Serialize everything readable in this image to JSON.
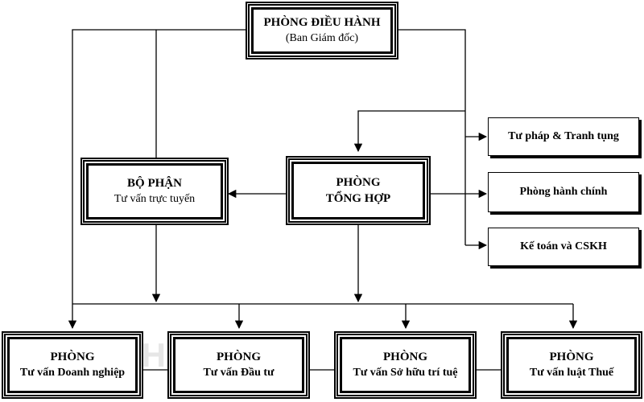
{
  "watermark": "VINHKHANG",
  "nodes": {
    "executive": {
      "title": "PHÒNG ĐIỀU HÀNH",
      "subtitle": "(Ban Giám đốc)"
    },
    "online": {
      "title": "BỘ PHẬN",
      "subtitle": "Tư vấn trực tuyến"
    },
    "general": {
      "title": "PHÒNG",
      "subtitle": "TỔNG HỢP"
    },
    "legal": {
      "label": "Tư pháp & Tranh tụng"
    },
    "admin": {
      "label": "Phòng hành chính"
    },
    "accounting": {
      "label": "Kế toán và CSKH"
    },
    "enterprise": {
      "title": "PHÒNG",
      "subtitle": "Tư vấn Doanh nghiệp"
    },
    "investment": {
      "title": "PHÒNG",
      "subtitle": "Tư vấn Đầu tư"
    },
    "ip": {
      "title": "PHÒNG",
      "subtitle": "Tư vấn Sở hữu trí tuệ"
    },
    "tax": {
      "title": "PHÒNG",
      "subtitle": "Tư vấn luật Thuế"
    }
  },
  "colors": {
    "line": "#000000",
    "background": "#ffffff",
    "watermark": "#e6e6e6"
  }
}
